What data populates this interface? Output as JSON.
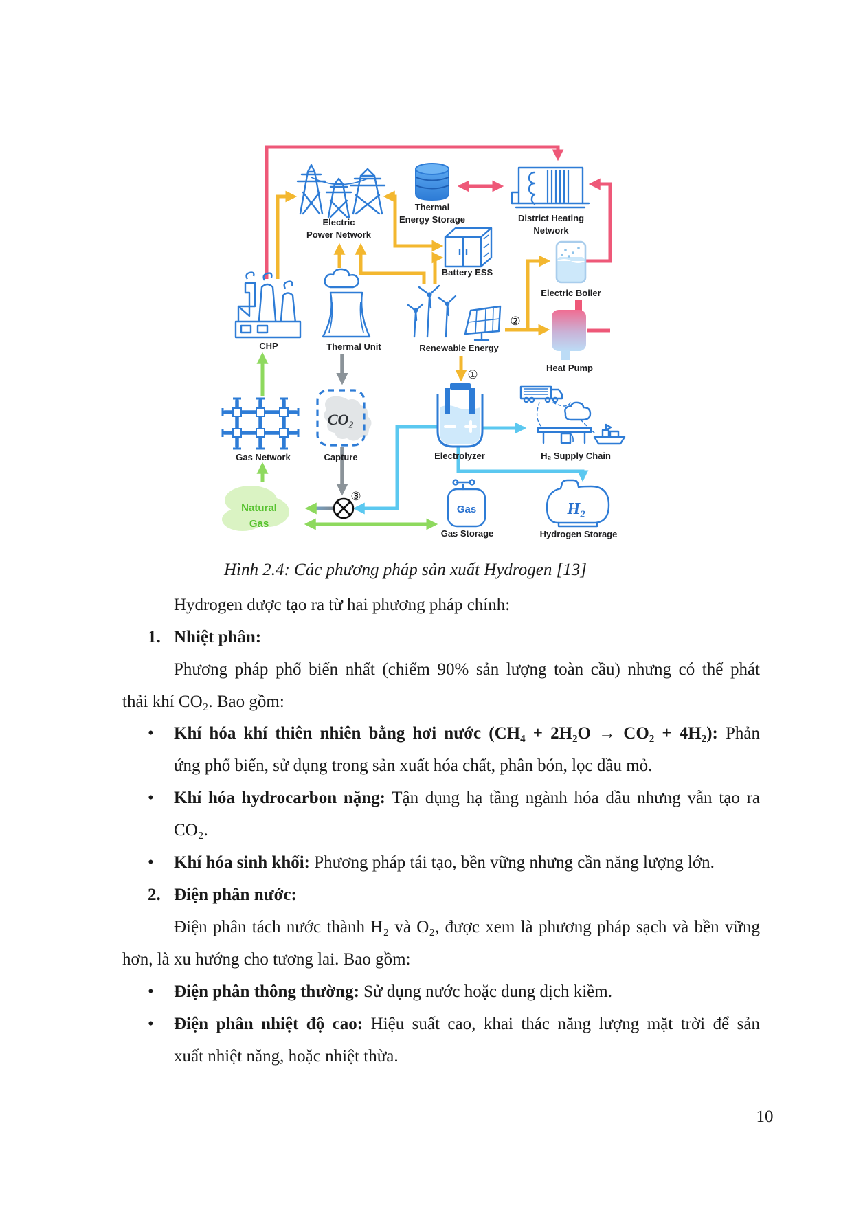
{
  "figure": {
    "caption": "Hình 2.4: Các phương pháp sản xuất Hydrogen [13]",
    "labels": {
      "epn1": "Electric",
      "epn2": "Power Network",
      "tes1": "Thermal",
      "tes2": "Energy Storage",
      "dhn1": "District Heating",
      "dhn2": "Network",
      "battery": "Battery ESS",
      "boiler": "Electric Boiler",
      "chp": "CHP",
      "tu": "Thermal Unit",
      "re": "Renewable Energy",
      "hp": "Heat Pump",
      "gn": "Gas Network",
      "capture": "Capture",
      "co2": "CO₂",
      "elz": "Electrolyzer",
      "h2sc": "H₂ Supply Chain",
      "ng1": "Natural",
      "ng2": "Gas",
      "gas": "Gas",
      "gas_storage": "Gas Storage",
      "h2": "H₂",
      "h2_storage": "Hydrogen Storage",
      "n1": "①",
      "n2": "②",
      "n3": "③"
    },
    "colors": {
      "blue": "#2e7cd6",
      "pink": "#ee5878",
      "yellow": "#f3b72f",
      "green": "#8ed95e",
      "cyan": "#5bc8f0",
      "gray": "#8b9399"
    }
  },
  "content": {
    "intro": "Hydrogen được tạo ra từ hai phương pháp chính:",
    "bullet": "•",
    "m1": "1.",
    "i1": "Nhiệt phân:",
    "p1a": "Phương pháp phổ biến nhất (chiếm 90% sản lượng toàn cầu) nhưng có thể phát",
    "p1b": "thải khí CO₂. Bao gồm:",
    "b1_bold": "Khí hóa khí thiên nhiên bằng hơi nước (CH₄ + 2H₂O → CO₂ + 4H₂):",
    "b1_rest": " Phản",
    "b1_l2": "ứng phổ biến, sử dụng trong sản xuất hóa chất, phân bón, lọc dầu mỏ.",
    "b2_bold": "Khí hóa hydrocarbon nặng:",
    "b2_rest": " Tận dụng hạ tầng ngành hóa dầu nhưng vẫn tạo ra",
    "b2_l2": "CO₂.",
    "b3_bold": "Khí hóa sinh khối:",
    "b3_rest": " Phương pháp tái tạo, bền vững nhưng cần năng lượng lớn.",
    "m2": "2.",
    "i2": "Điện phân nước:",
    "p2a": "Điện phân tách nước thành H₂ và O₂, được xem là phương pháp sạch và bền vững",
    "p2b": "hơn, là xu hướng cho tương lai. Bao gồm:",
    "b4_bold": "Điện phân thông thường:",
    "b4_rest": " Sử dụng nước hoặc dung dịch kiềm.",
    "b5_bold": "Điện phân nhiệt độ cao:",
    "b5_rest": " Hiệu suất cao, khai thác năng lượng mặt trời để sản",
    "b5_l2": "xuất nhiệt năng, hoặc nhiệt thừa."
  },
  "page": {
    "number": "10"
  }
}
